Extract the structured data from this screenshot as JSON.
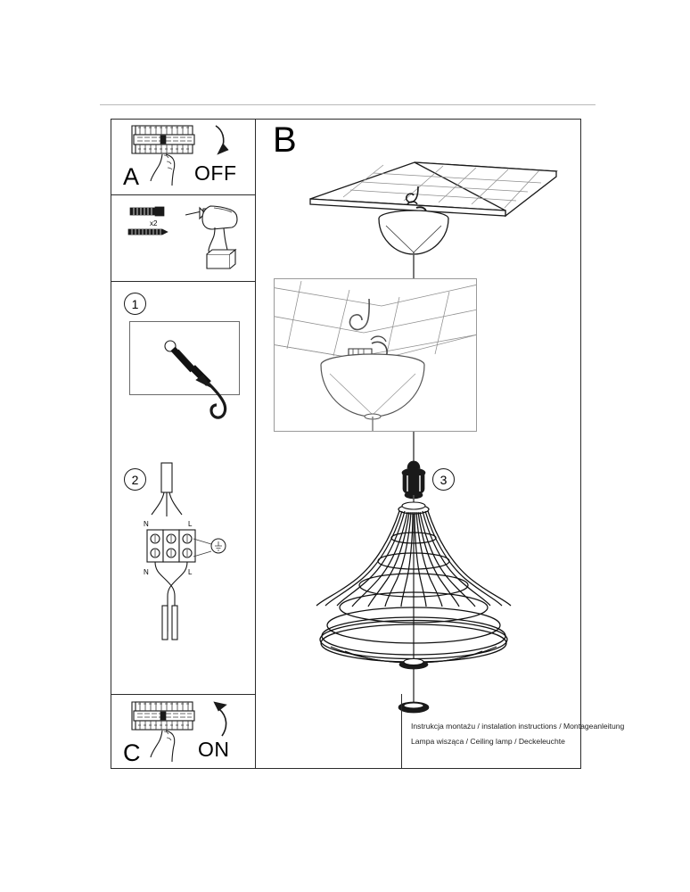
{
  "document": {
    "type": "assembly-instruction-sheet",
    "footer_line_1": "Instrukcja montażu / instalation instructions / Montageanleitung",
    "footer_line_2": "Lampa wisząca / Ceiling lamp / Deckeleuchte"
  },
  "sections": {
    "a": {
      "letter": "A",
      "action_label": "OFF",
      "icons": [
        "circuit-breaker-panel-icon",
        "hand-pointing-icon",
        "curved-arrow-down-icon"
      ]
    },
    "drill": {
      "quantity_label": "x2",
      "icons": [
        "wall-anchor-icon",
        "screw-icon",
        "cordless-drill-icon"
      ]
    },
    "step1": {
      "number": "1",
      "icons": [
        "hook-screw-icon",
        "wall-anchor-icon"
      ]
    },
    "step2": {
      "number": "2",
      "terminal_labels_top": {
        "neutral": "N",
        "live": "L"
      },
      "terminal_labels_bottom": {
        "neutral": "N",
        "live": "L"
      },
      "earth_symbol": "⏚",
      "icons": [
        "terminal-block-icon",
        "earth-ground-icon",
        "cable-icon"
      ]
    },
    "c": {
      "letter": "C",
      "action_label": "ON",
      "icons": [
        "circuit-breaker-panel-icon",
        "hand-pointing-icon",
        "curved-arrow-up-icon"
      ]
    },
    "b": {
      "letter": "B",
      "step3_number": "3",
      "icons": [
        "ceiling-tiles-icon",
        "ceiling-hook-icon",
        "canopy-cone-icon",
        "suspension-cable-icon",
        "lamp-socket-icon",
        "cage-pendant-shade-icon",
        "bottom-finial-icon"
      ]
    }
  },
  "colors": {
    "ink": "#1a1a1a",
    "frame": "#2b2b2b",
    "tile": "#8e8e8e",
    "paper": "#ffffff"
  }
}
